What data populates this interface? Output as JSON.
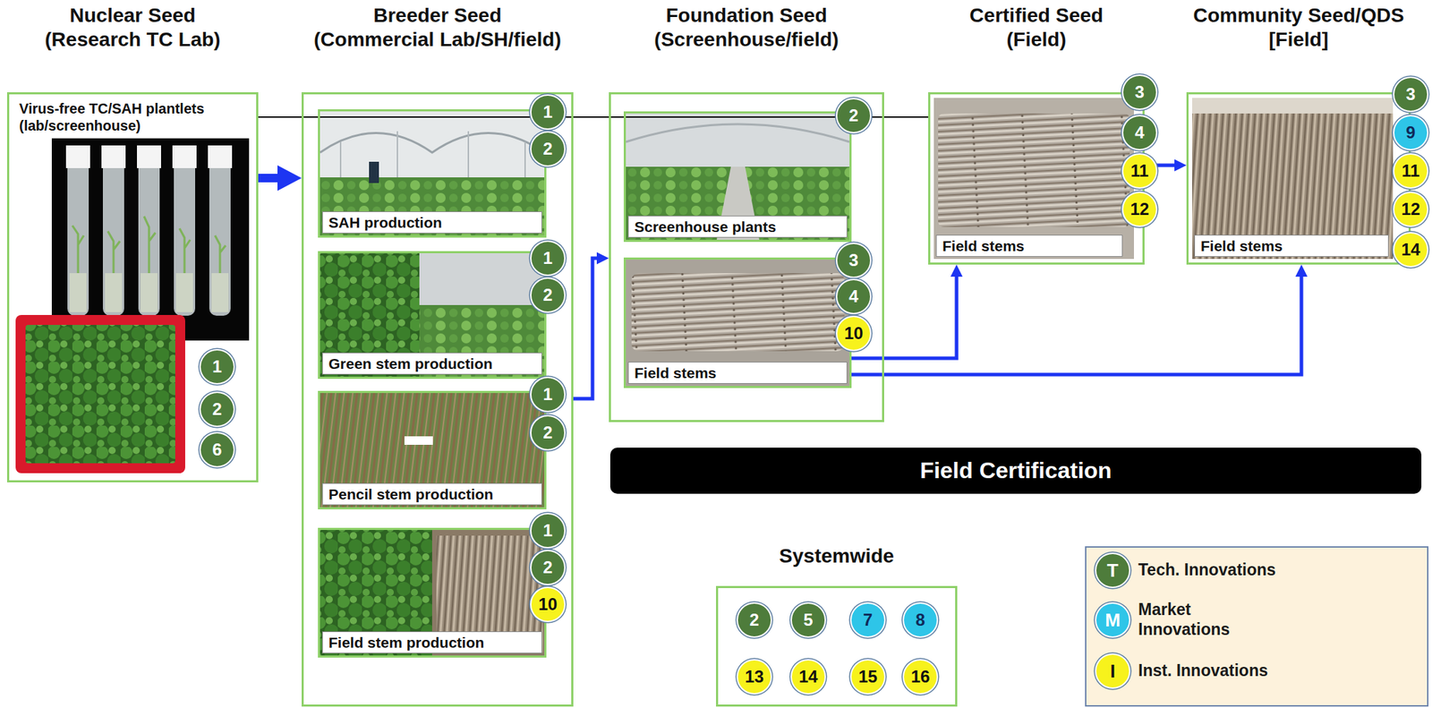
{
  "diagram": {
    "nodes": [
      {
        "text": [
          "Nuclear Seed (Research TC Lab)",
          "Virus-free TC/SAH plantlets (lab/screenhouse)"
        ]
      },
      {
        "text": [
          "1"
        ],
        "in": 0
      },
      {
        "text": [
          "2"
        ],
        "in": 0
      },
      {
        "text": [
          "6"
        ],
        "in": 0
      },
      {
        "text": [
          "Breeder Seed (Commercial Lab/SH/field)"
        ]
      },
      {
        "text": [
          "SAH production"
        ],
        "in": 4
      },
      {
        "text": [
          "1"
        ],
        "in": 5
      },
      {
        "text": [
          "2"
        ],
        "in": 5
      },
      {
        "text": [
          "Green stem production"
        ],
        "in": 4
      },
      {
        "text": [
          "1"
        ],
        "in": 8
      },
      {
        "text": [
          "2"
        ],
        "in": 8
      },
      {
        "text": [
          "Pencil stem production"
        ],
        "in": 4
      },
      {
        "text": [
          "1"
        ],
        "in": 11
      },
      {
        "text": [
          "2"
        ],
        "in": 11
      },
      {
        "text": [
          "Field stem production"
        ],
        "in": 4
      },
      {
        "text": [
          "1"
        ],
        "in": 14
      },
      {
        "text": [
          "2"
        ],
        "in": 14
      },
      {
        "text": [
          "10"
        ],
        "in": 14
      },
      {
        "text": [
          "Foundation Seed (Screenhouse/field)"
        ]
      },
      {
        "text": [
          "Screenhouse plants"
        ],
        "in": 18
      },
      {
        "text": [
          "2"
        ],
        "in": 19
      },
      {
        "text": [
          "Field stems"
        ],
        "in": 18
      },
      {
        "text": [
          "3"
        ],
        "in": 21
      },
      {
        "text": [
          "4"
        ],
        "in": 21
      },
      {
        "text": [
          "10"
        ],
        "in": 21
      },
      {
        "text": [
          "Certified Seed (Field)",
          "Field stems"
        ]
      },
      {
        "text": [
          "3"
        ],
        "in": 25
      },
      {
        "text": [
          "4"
        ],
        "in": 25
      },
      {
        "text": [
          "11"
        ],
        "in": 25
      },
      {
        "text": [
          "12"
        ],
        "in": 25
      },
      {
        "text": [
          "Community Seed/QDS [Field]",
          "Field stems"
        ]
      },
      {
        "text": [
          "3"
        ],
        "in": 30
      },
      {
        "text": [
          "9"
        ],
        "in": 30
      },
      {
        "text": [
          "11"
        ],
        "in": 30
      },
      {
        "text": [
          "12"
        ],
        "in": 30
      },
      {
        "text": [
          "14"
        ],
        "in": 30
      },
      {
        "text": [
          "Field Certification"
        ]
      },
      {
        "text": [
          "Systemwide"
        ]
      },
      {
        "text": [
          "2"
        ],
        "in": 37
      },
      {
        "text": [
          "5"
        ],
        "in": 37
      },
      {
        "text": [
          "7"
        ],
        "in": 37
      },
      {
        "text": [
          "8"
        ],
        "in": 37
      },
      {
        "text": [
          "13"
        ],
        "in": 37
      },
      {
        "text": [
          "14"
        ],
        "in": 37
      },
      {
        "text": [
          "15"
        ],
        "in": 37
      },
      {
        "text": [
          "16"
        ],
        "in": 37
      }
    ],
    "edges": [
      {
        "from": 0,
        "to": 4,
        "arrow": "to"
      },
      {
        "from": 4,
        "to": 18,
        "arrow": "to"
      },
      {
        "from": 21,
        "to": 25,
        "arrow": "to"
      },
      {
        "from": 21,
        "to": 30,
        "arrow": "to"
      },
      {
        "from": 25,
        "to": 30,
        "arrow": "to"
      }
    ],
    "labels": [
      "T",
      "M",
      "I"
    ],
    "legend": [
      {
        "text": "Tech. Innovations",
        "color": "#4e7c3b"
      },
      {
        "text": "Market Innovations",
        "color": "#2ec5e8"
      },
      {
        "text": "Inst. Innovations",
        "color": "#f7f21c"
      }
    ]
  }
}
